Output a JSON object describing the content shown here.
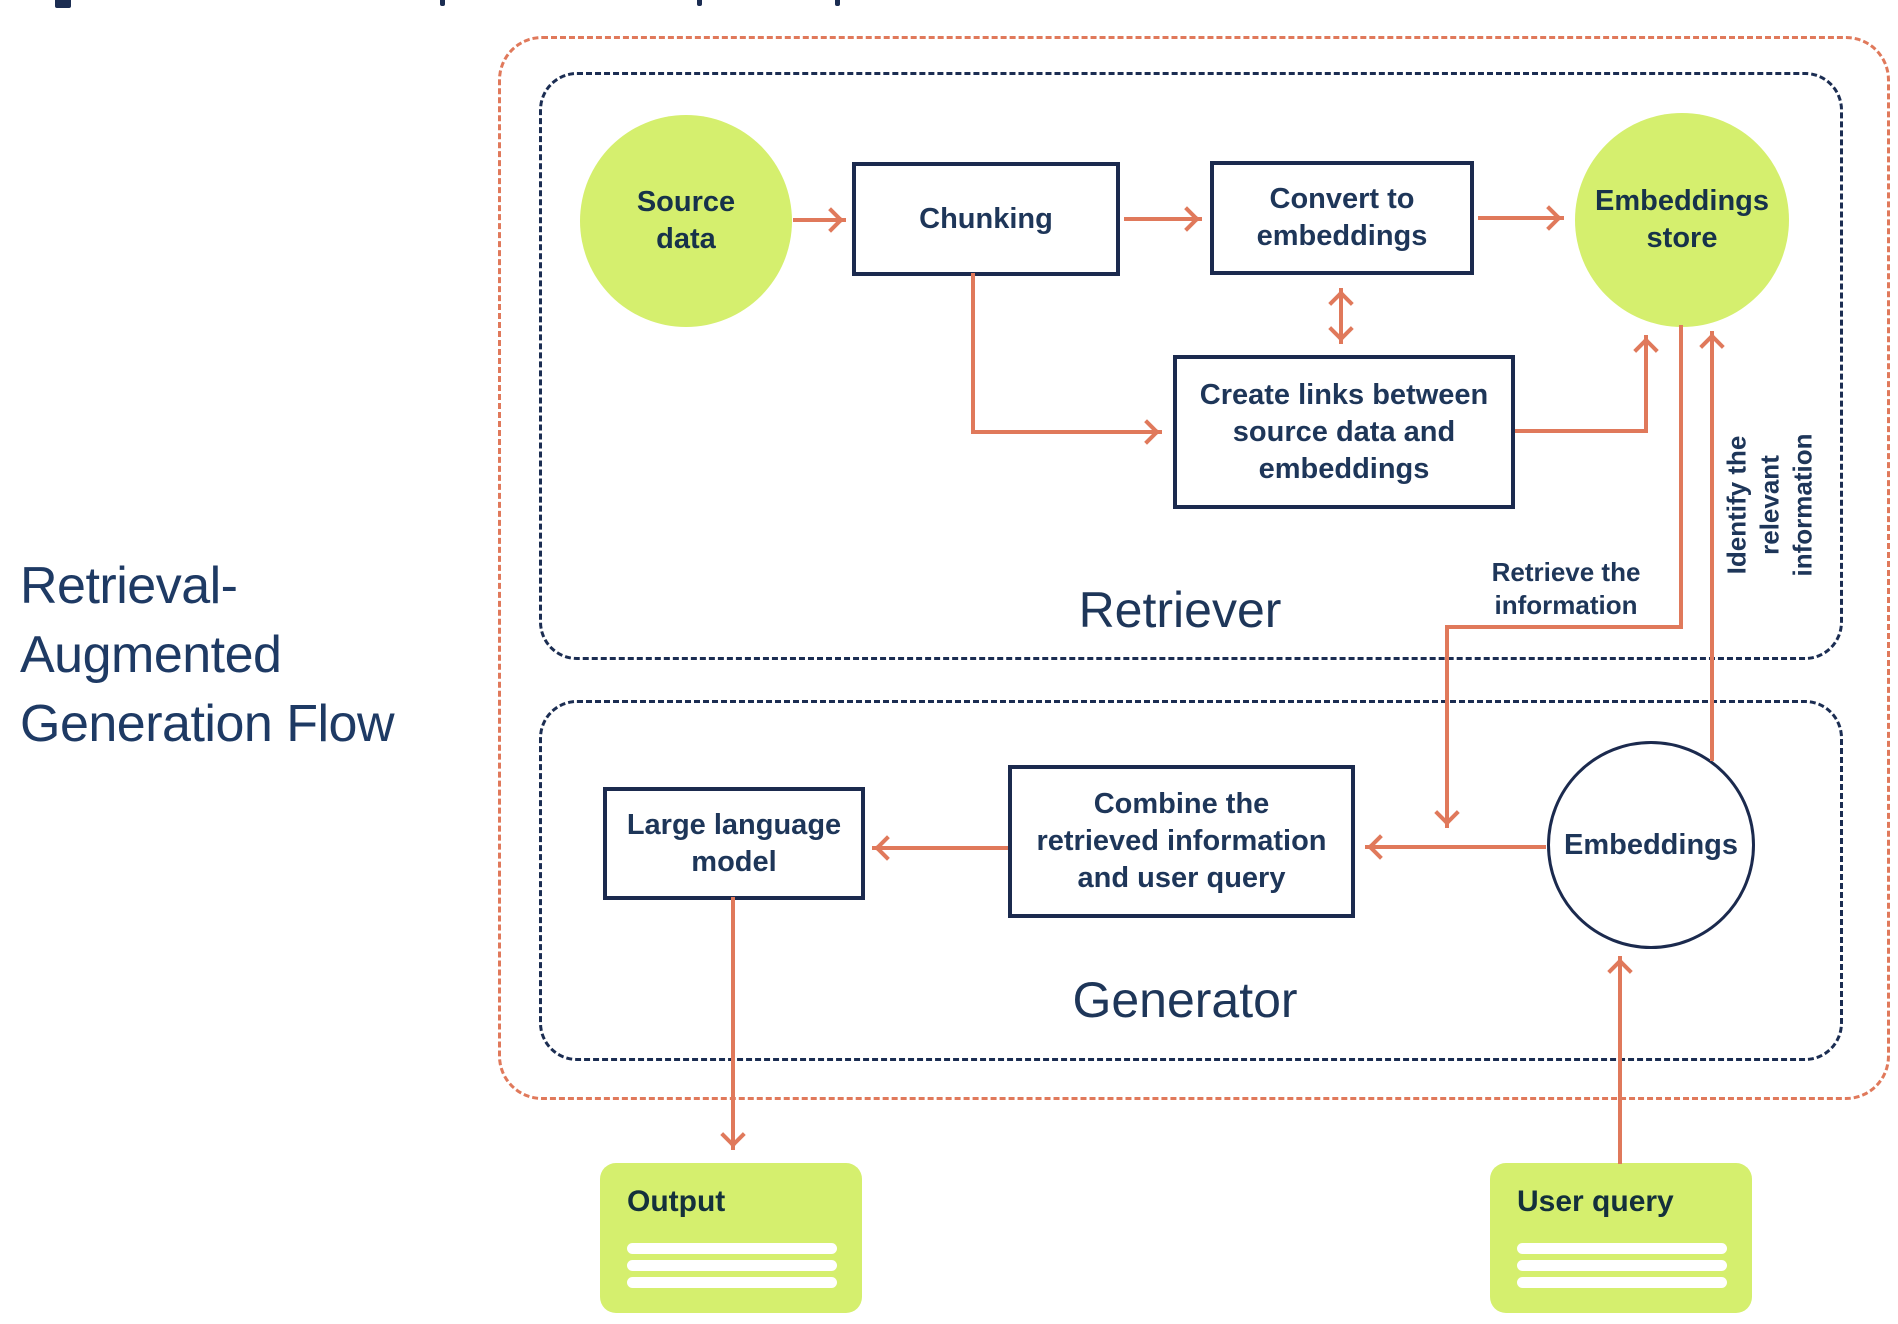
{
  "title": {
    "text": "Retrieval-\nAugmented\nGeneration Flow"
  },
  "sections": {
    "retriever": {
      "label": "Retriever"
    },
    "generator": {
      "label": "Generator"
    }
  },
  "nodes": {
    "source_data": {
      "label": "Source\ndata",
      "shape": "circle"
    },
    "chunking": {
      "label": "Chunking",
      "shape": "box"
    },
    "convert": {
      "label": "Convert to\nembeddings",
      "shape": "box"
    },
    "embeddings_store": {
      "label": "Embeddings\nstore",
      "shape": "circle"
    },
    "create_links": {
      "label": "Create links between\nsource data and\nembeddings",
      "shape": "box"
    },
    "llm": {
      "label": "Large language\nmodel",
      "shape": "box"
    },
    "combine": {
      "label": "Combine the\nretrieved information\nand user query",
      "shape": "box"
    },
    "embeddings": {
      "label": "Embeddings",
      "shape": "circle"
    },
    "output": {
      "label": "Output",
      "shape": "card"
    },
    "user_query": {
      "label": "User query",
      "shape": "card"
    }
  },
  "annotations": {
    "retrieve": {
      "text": "Retrieve the\ninformation"
    },
    "identify": {
      "text": "Identify the relevant\ninformation"
    }
  },
  "colors": {
    "accent_orange": "#E0795B",
    "navy_dashed": "#1B2D52",
    "navy_border": "#1B2A4E",
    "text_navy": "#1E3659",
    "lime": "#D5EF6E",
    "text_on_lime": "#17324A",
    "card_text": "#14303C",
    "white": "#FFFFFF"
  }
}
